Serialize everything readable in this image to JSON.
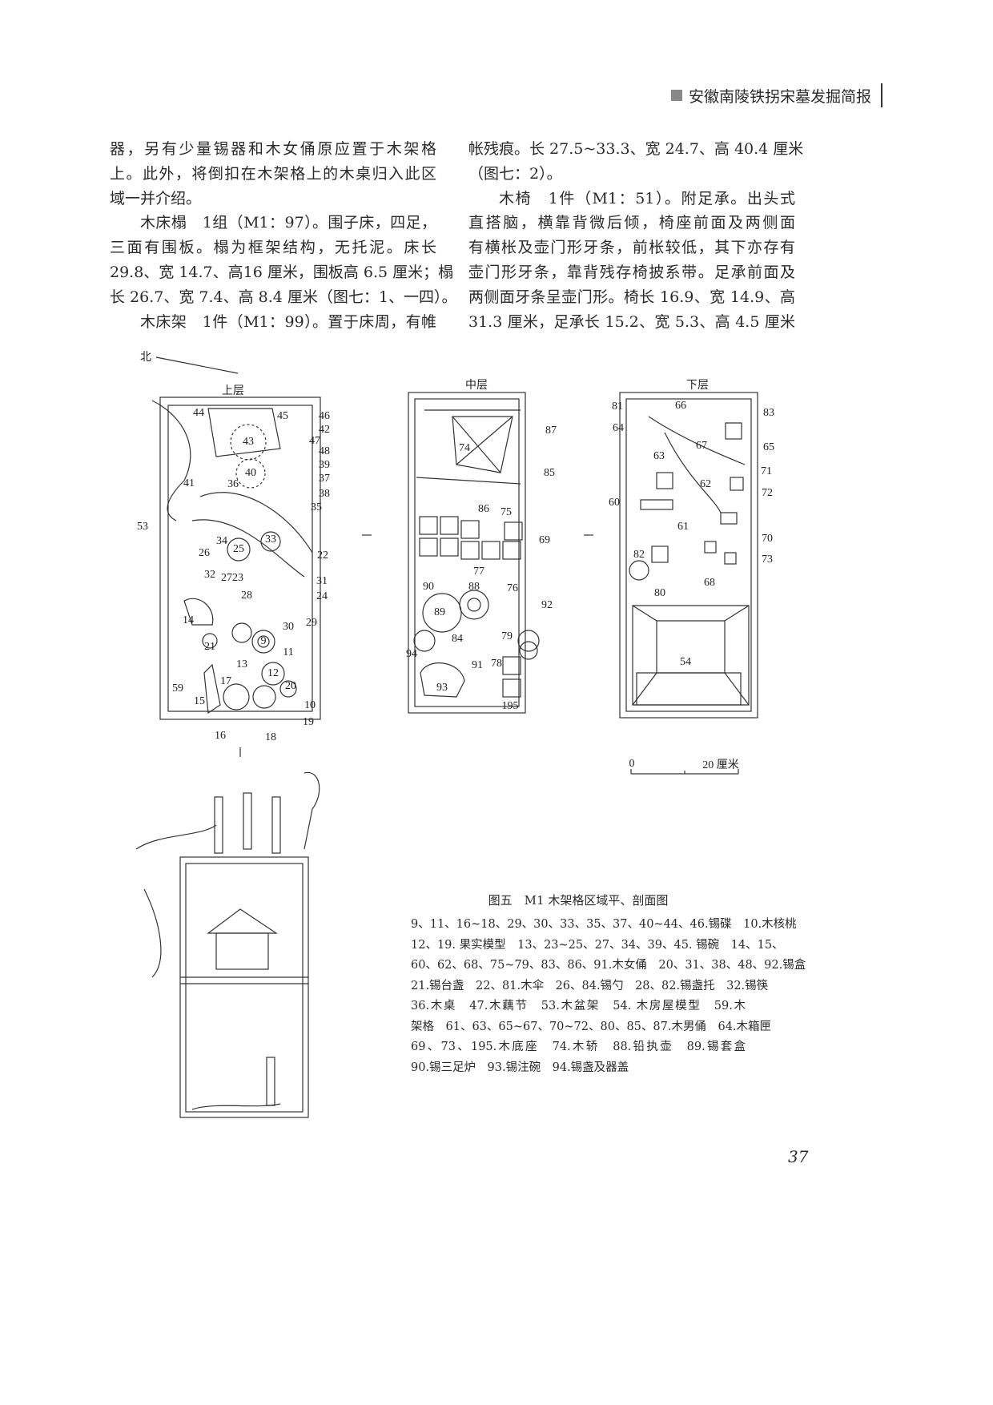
{
  "header": {
    "running_title": "安徽南陵铁拐宋墓发掘简报"
  },
  "body_left": [
    "器，另有少量锡器和木女俑原应置于木架格",
    "上。此外，将倒扣在木架格上的木桌归入此区",
    "域一并介绍。",
    "木床榻　1组（M1：97）。围子床，四足，",
    "三面有围板。榻为框架结构，无托泥。床长",
    "29.8、宽 14.7、高16 厘米，围板高 6.5 厘米；榻",
    "长 26.7、宽 7.4、高 8.4 厘米（图七：1、一四）。",
    "木床架　1件（M1：99）。置于床周，有帷"
  ],
  "body_right": [
    "帐残痕。长 27.5~33.3、宽 24.7、高 40.4 厘米",
    "（图七：2）。",
    "木椅　1件（M1：51）。附足承。出头式",
    "直搭脑，横靠背微后倾，椅座前面及两侧面",
    "有横枨及壶门形牙条，前枨较低，其下亦存有",
    "壶门形牙条，靠背残存椅披系带。足承前面及",
    "两侧面牙条呈壶门形。椅长 16.9、宽 14.9、高",
    "31.3 厘米，足承长 15.2、宽 5.3、高 4.5 厘米"
  ],
  "figure": {
    "north": "北",
    "panels": {
      "upper": "上层",
      "middle": "中层",
      "lower": "下层"
    },
    "scale": {
      "zero": "0",
      "end": "20 厘米"
    },
    "labels_upper": [
      "44",
      "45",
      "46",
      "42",
      "47",
      "43",
      "48",
      "39",
      "40",
      "37",
      "41",
      "36",
      "38",
      "35",
      "53",
      "34",
      "25",
      "33",
      "26",
      "22",
      "32",
      "27",
      "23",
      "31",
      "28",
      "24",
      "14",
      "30",
      "29",
      "9",
      "21",
      "11",
      "13",
      "12",
      "17",
      "20",
      "59",
      "15",
      "10",
      "19",
      "16",
      "18"
    ],
    "labels_middle": [
      "87",
      "74",
      "85",
      "86",
      "75",
      "69",
      "77",
      "90",
      "88",
      "76",
      "89",
      "92",
      "84",
      "79",
      "94",
      "91",
      "78",
      "93",
      "195"
    ],
    "labels_lower": [
      "81",
      "66",
      "83",
      "64",
      "67",
      "65",
      "63",
      "71",
      "62",
      "72",
      "60",
      "61",
      "70",
      "82",
      "73",
      "68",
      "80",
      "54"
    ],
    "caption_title": "图五　M1 木架格区域平、剖面图",
    "caption_lines": [
      "9、11、16~18、29、30、33、35、37、40~44、46.锡碟　10.木核桃",
      "12、19. 果实模型　13、23~25、27、34、39、45. 锡碗　14、15、",
      "60、62、68、75~79、83、86、91.木女俑　20、31、38、48、92.锡盒",
      "21.锡台盏　22、81.木伞　26、84.锡勺　28、82.锡盏托　32.锡筷",
      "36.木桌　47.木藕节　53.木盆架　54. 木房屋模型　59.木",
      "架格　61、63、65~67、70~72、80、85、87.木男俑　64.木箱匣",
      "69、73、195.木底座　74.木轿　88.铅执壶　89.锡套盒",
      "90.锡三足炉　93.锡注碗　94.锡盏及器盖"
    ]
  },
  "page_number": "37"
}
